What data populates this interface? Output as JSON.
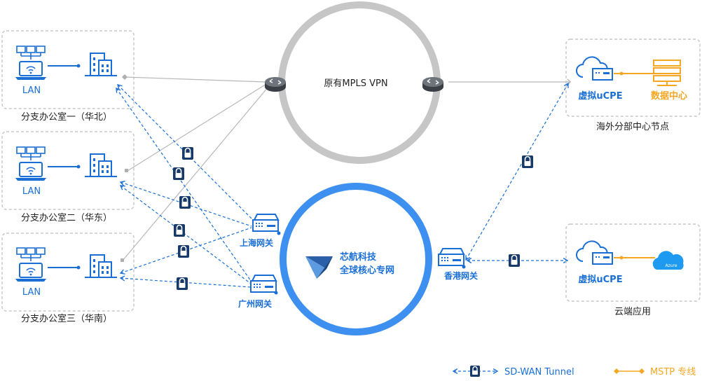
{
  "branches": [
    {
      "lan_label": "LAN",
      "caption": "分支办公室一（华北）"
    },
    {
      "lan_label": "LAN",
      "caption": "分支办公室二（华东）"
    },
    {
      "lan_label": "LAN",
      "caption": "分支办公室三（华南）"
    }
  ],
  "mpls": {
    "label": "原有MPLS VPN"
  },
  "core": {
    "line1": "芯航科技",
    "line2": "全球核心专网"
  },
  "gateways": {
    "shanghai": "上海网关",
    "guangzhou": "广州网关",
    "hongkong": "香港网关"
  },
  "overseas": {
    "ucpe_label": "虚拟uCPE",
    "dc_label": "数据中心",
    "caption": "海外分部中心节点"
  },
  "cloud_app": {
    "ucpe_label": "虚拟uCPE",
    "azure_label": "Azure",
    "caption": "云端应用"
  },
  "legend": {
    "sdwan": "SD-WAN Tunnel",
    "mstp": "MSTP 专线"
  },
  "colors": {
    "primary": "#1a6fd6",
    "orange": "#f5a623",
    "gray": "#bdbdbd",
    "ring": "#3d8ff0",
    "lock": "#173a6b"
  }
}
